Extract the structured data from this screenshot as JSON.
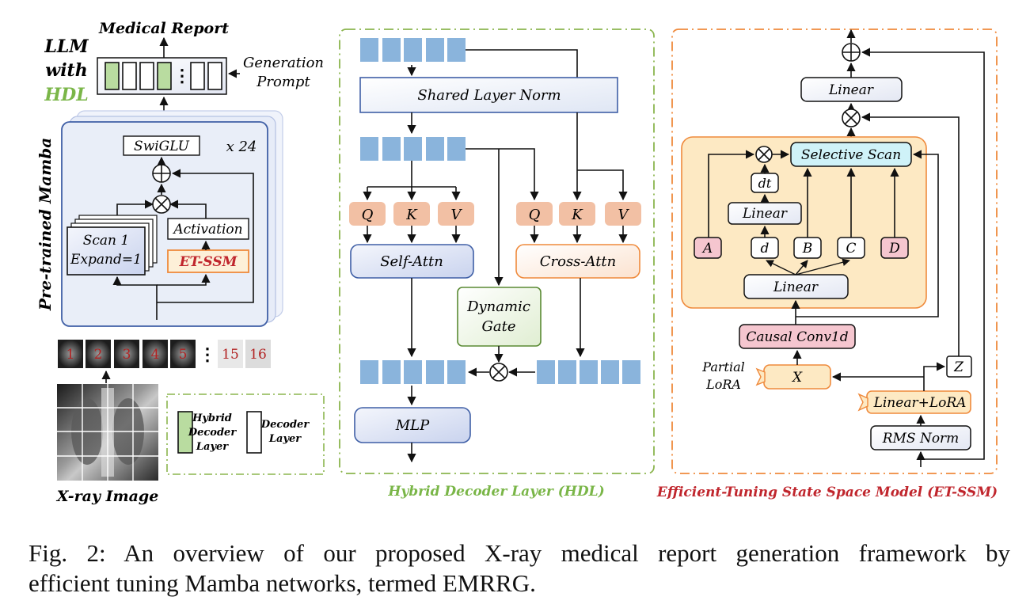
{
  "llm": {
    "title": "Medical Report",
    "label_1": "LLM",
    "label_2": "with",
    "label_3": "HDL",
    "prompt_1": "Generation",
    "prompt_2": "Prompt"
  },
  "mamba": {
    "side_label": "Pre-trained Mamba",
    "swiglu": "SwiGLU",
    "repeat": "x 24",
    "scan_1": "Scan 1",
    "scan_2": "Expand=1",
    "activation": "Activation",
    "et_ssm": "ET-SSM"
  },
  "patches": {
    "labels": [
      "1",
      "2",
      "3",
      "4",
      "5"
    ],
    "dots": "⋮",
    "tail": [
      "15",
      "16"
    ]
  },
  "xray_label": "X-ray Image",
  "legend": {
    "hybrid_1": "Hybrid",
    "hybrid_2": "Decoder",
    "hybrid_3": "Layer",
    "decoder_1": "Decoder",
    "decoder_2": "Layer"
  },
  "hdl": {
    "shared_norm": "Shared Layer Norm",
    "q": "Q",
    "k": "K",
    "v": "V",
    "self_attn": "Self-Attn",
    "cross_attn": "Cross-Attn",
    "gate_1": "Dynamic",
    "gate_2": "Gate",
    "mlp": "MLP",
    "caption": "Hybrid Decoder Layer (HDL)"
  },
  "etssm": {
    "linear_top": "Linear",
    "selective_scan": "Selective Scan",
    "dt": "dt",
    "linear_dt": "Linear",
    "a": "A",
    "d_small": "d",
    "b": "B",
    "c": "C",
    "d_big": "D",
    "linear_mid": "Linear",
    "causal_conv": "Causal Conv1d",
    "x": "X",
    "z": "Z",
    "partial_1": "Partial",
    "partial_2": "LoRA",
    "linear_lora": "Linear+LoRA",
    "rms_norm": "RMS Norm",
    "caption": "Efficient-Tuning State Space Model (ET-SSM)"
  },
  "caption": {
    "line1": "Fig. 2: An overview of our proposed X-ray medical report generation framework by",
    "line2": "efficient tuning Mamba networks, termed EMRRG."
  },
  "colors": {
    "green_dash": "#8bb54e",
    "orange_dash": "#ef8a3c",
    "token_blue": "#8ab4dc",
    "qkv_orange": "#f2c0a4",
    "pink": "#f5c6cf",
    "scan_cyan": "#cff2f8",
    "yellow_fill": "#fde9c3",
    "hdl_green": "#7ab648",
    "etssm_red": "#c0262d",
    "dark_blue": "#3f5fa6"
  }
}
